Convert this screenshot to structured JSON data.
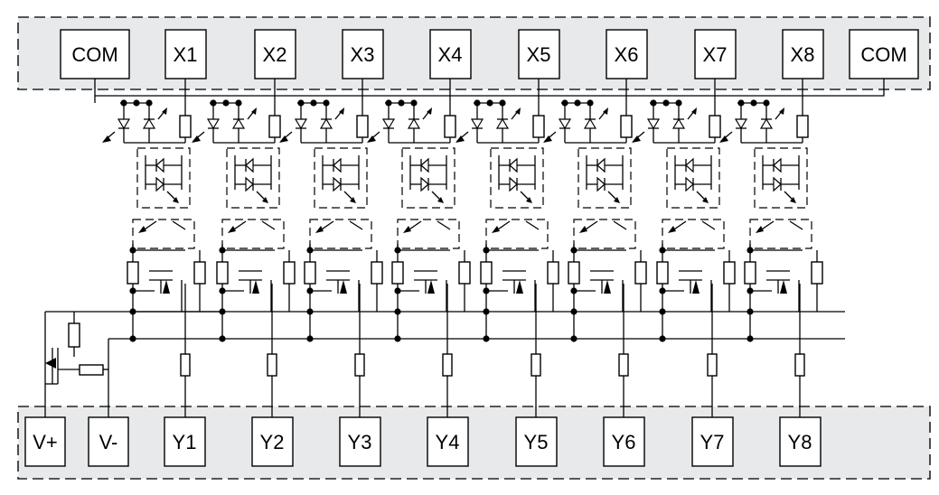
{
  "top_terminals": [
    "COM",
    "X1",
    "X2",
    "X3",
    "X4",
    "X5",
    "X6",
    "X7",
    "X8",
    "COM"
  ],
  "bottom_terminals": [
    "V+",
    "V-",
    "Y1",
    "Y2",
    "Y3",
    "Y4",
    "Y5",
    "Y6",
    "Y7",
    "Y8"
  ],
  "colors": {
    "band_fill": "#e7e9eb",
    "line": "#000000",
    "background": "#ffffff"
  }
}
